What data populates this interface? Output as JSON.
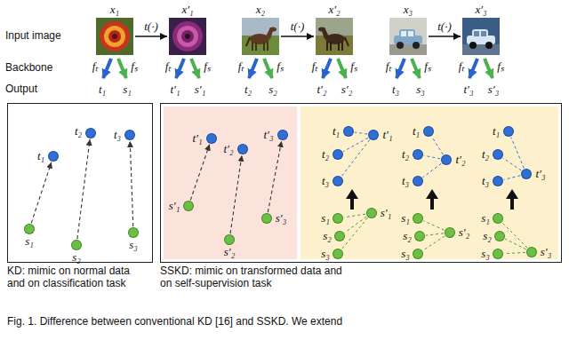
{
  "diagram": {
    "caption": "Fig. 1. Difference between conventional KD [16] and SSKD. We extend",
    "nodes": [
      {
        "text": [
          "x₁"
        ]
      },
      {
        "text": [
          "x′₁"
        ]
      },
      {
        "text": [
          "x₂"
        ]
      },
      {
        "text": [
          "x′₂"
        ]
      },
      {
        "text": [
          "x₃"
        ]
      },
      {
        "text": [
          "x′₃"
        ]
      },
      {
        "text": [
          "KD: mimic on normal data and on classification task"
        ]
      },
      {
        "text": [
          "t₁"
        ],
        "in": 6
      },
      {
        "text": [
          "t₂"
        ],
        "in": 6
      },
      {
        "text": [
          "t₃"
        ],
        "in": 6
      },
      {
        "text": [
          "s₁"
        ],
        "in": 6
      },
      {
        "text": [
          "s₂"
        ],
        "in": 6
      },
      {
        "text": [
          "s₃"
        ],
        "in": 6
      },
      {
        "text": [
          "SSKD: mimic on transformed data and on self-supervision task"
        ]
      },
      {
        "text": [
          "t′₁"
        ],
        "in": 13
      },
      {
        "text": [
          "t′₂"
        ],
        "in": 13
      },
      {
        "text": [
          "t′₃"
        ],
        "in": 13
      },
      {
        "text": [
          "s′₁"
        ],
        "in": 13
      },
      {
        "text": [
          "s′₂"
        ],
        "in": 13
      },
      {
        "text": [
          "s′₃"
        ],
        "in": 13
      },
      {
        "text": [
          "t₁"
        ],
        "in": 13
      },
      {
        "text": [
          "t′₁"
        ],
        "in": 13
      },
      {
        "text": [
          "t₂"
        ],
        "in": 13
      },
      {
        "text": [
          "t₃"
        ],
        "in": 13
      },
      {
        "text": [
          "s₁"
        ],
        "in": 13
      },
      {
        "text": [
          "s′₁"
        ],
        "in": 13
      },
      {
        "text": [
          "s₂"
        ],
        "in": 13
      },
      {
        "text": [
          "s₃"
        ],
        "in": 13
      },
      {
        "text": [
          "t₁"
        ],
        "in": 13
      },
      {
        "text": [
          "t₂"
        ],
        "in": 13
      },
      {
        "text": [
          "t′₂"
        ],
        "in": 13
      },
      {
        "text": [
          "t₃"
        ],
        "in": 13
      },
      {
        "text": [
          "s₁"
        ],
        "in": 13
      },
      {
        "text": [
          "s₂"
        ],
        "in": 13
      },
      {
        "text": [
          "s′₂"
        ],
        "in": 13
      },
      {
        "text": [
          "s₃"
        ],
        "in": 13
      },
      {
        "text": [
          "t₁"
        ],
        "in": 13
      },
      {
        "text": [
          "t₂"
        ],
        "in": 13
      },
      {
        "text": [
          "t₃"
        ],
        "in": 13
      },
      {
        "text": [
          "t′₃"
        ],
        "in": 13
      },
      {
        "text": [
          "s₁"
        ],
        "in": 13
      },
      {
        "text": [
          "s₂"
        ],
        "in": 13
      },
      {
        "text": [
          "s₃"
        ],
        "in": 13
      },
      {
        "text": [
          "s′₃"
        ],
        "in": 13
      }
    ],
    "edges": [
      {
        "from": 0,
        "to": 1,
        "arrow": "to",
        "label": "t(·)"
      },
      {
        "from": 2,
        "to": 3,
        "arrow": "to",
        "label": "t(·)"
      },
      {
        "from": 4,
        "to": 5,
        "arrow": "to",
        "label": "t(·)"
      },
      {
        "from": 10,
        "to": 7,
        "arrow": "to"
      },
      {
        "from": 11,
        "to": 8,
        "arrow": "to"
      },
      {
        "from": 12,
        "to": 9,
        "arrow": "to"
      },
      {
        "from": 17,
        "to": 14,
        "arrow": "to"
      },
      {
        "from": 18,
        "to": 15,
        "arrow": "to"
      },
      {
        "from": 19,
        "to": 16,
        "arrow": "to"
      },
      {
        "from": 21,
        "to": 20,
        "arrow": "none"
      },
      {
        "from": 21,
        "to": 22,
        "arrow": "none"
      },
      {
        "from": 21,
        "to": 23,
        "arrow": "none"
      },
      {
        "from": 25,
        "to": 24,
        "arrow": "none"
      },
      {
        "from": 25,
        "to": 26,
        "arrow": "none"
      },
      {
        "from": 25,
        "to": 27,
        "arrow": "none"
      },
      {
        "from": 30,
        "to": 28,
        "arrow": "none"
      },
      {
        "from": 30,
        "to": 29,
        "arrow": "none"
      },
      {
        "from": 30,
        "to": 31,
        "arrow": "none"
      },
      {
        "from": 34,
        "to": 32,
        "arrow": "none"
      },
      {
        "from": 34,
        "to": 33,
        "arrow": "none"
      },
      {
        "from": 34,
        "to": 35,
        "arrow": "none"
      },
      {
        "from": 39,
        "to": 36,
        "arrow": "none"
      },
      {
        "from": 39,
        "to": 37,
        "arrow": "none"
      },
      {
        "from": 39,
        "to": 38,
        "arrow": "none"
      },
      {
        "from": 43,
        "to": 40,
        "arrow": "none"
      },
      {
        "from": 43,
        "to": 41,
        "arrow": "none"
      },
      {
        "from": 43,
        "to": 42,
        "arrow": "none"
      }
    ],
    "labels": [
      "Input image",
      "Backbone",
      "fₜ",
      "fₛ",
      "fₜ",
      "fₛ",
      "fₜ",
      "fₛ",
      "fₜ",
      "fₛ",
      "fₜ",
      "fₛ",
      "fₜ",
      "fₛ",
      "Output",
      "t₁",
      "s₁",
      "t′₁",
      "s′₁",
      "t₂",
      "s₂",
      "t′₂",
      "s′₂",
      "t₃",
      "s₃",
      "t′₃",
      "s′₃"
    ]
  }
}
